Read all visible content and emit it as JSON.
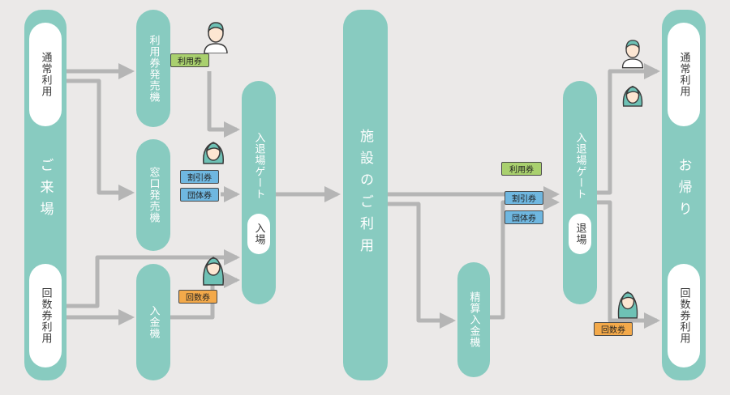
{
  "columns": {
    "arrival": "ご来場",
    "facility": "施設のご利用",
    "departure": "お帰り"
  },
  "arrival_types": {
    "regular": "通常利用",
    "coupon": "回数券利用"
  },
  "departure_types": {
    "regular": "通常利用",
    "coupon": "回数券利用"
  },
  "machines": {
    "ticket_machine": "利用券発売機",
    "window": "窓口発売機",
    "deposit": "入金機",
    "settlement": "精算入金機"
  },
  "gates": {
    "entry_gate": "入退場ゲート",
    "entry_label": "入場",
    "exit_gate": "入退場ゲート",
    "exit_label": "退場"
  },
  "tickets": {
    "usage": "利用券",
    "discount": "割引券",
    "group": "団体券",
    "coupon": "回数券"
  },
  "colors": {
    "teal": "#88cbc0",
    "arrow": "#b5b5b5",
    "green_ticket": "#a9d06e",
    "blue_ticket": "#6fb7e0",
    "orange_ticket": "#f3a94a"
  }
}
